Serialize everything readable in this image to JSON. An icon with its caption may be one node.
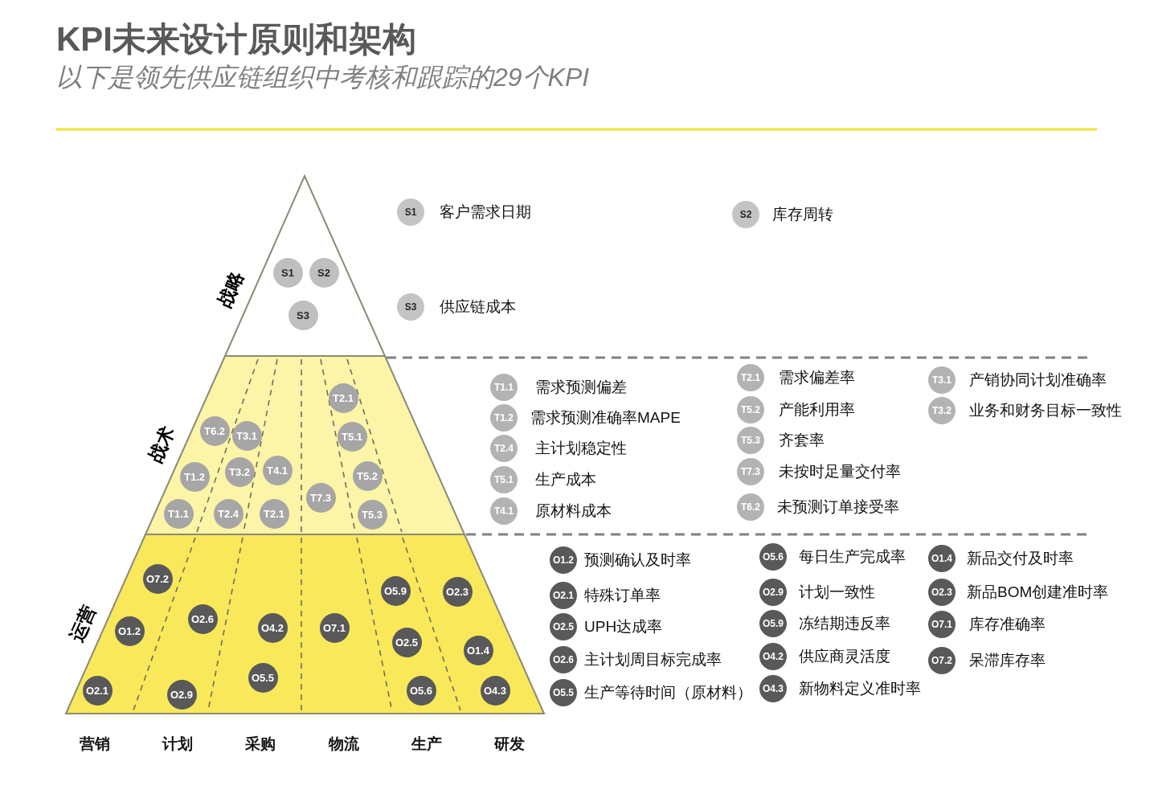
{
  "diagram": {
    "title": "KPI未来设计原则和架构",
    "nodes": [
      {
        "text": [
          "战略"
        ]
      },
      {
        "text": [
          "S1"
        ],
        "in": 0
      },
      {
        "text": [
          "S2"
        ],
        "in": 0
      },
      {
        "text": [
          "S3"
        ],
        "in": 0
      },
      {
        "text": [
          "战术"
        ]
      },
      {
        "text": [
          "T2.1"
        ],
        "in": 4
      },
      {
        "text": [
          "T6.2"
        ],
        "in": 4
      },
      {
        "text": [
          "T3.1"
        ],
        "in": 4
      },
      {
        "text": [
          "T5.1"
        ],
        "in": 4
      },
      {
        "text": [
          "T1.2"
        ],
        "in": 4
      },
      {
        "text": [
          "T3.2"
        ],
        "in": 4
      },
      {
        "text": [
          "T4.1"
        ],
        "in": 4
      },
      {
        "text": [
          "T5.2"
        ],
        "in": 4
      },
      {
        "text": [
          "T7.3"
        ],
        "in": 4
      },
      {
        "text": [
          "T1.1"
        ],
        "in": 4
      },
      {
        "text": [
          "T2.4"
        ],
        "in": 4
      },
      {
        "text": [
          "T2.1"
        ],
        "in": 4
      },
      {
        "text": [
          "T5.3"
        ],
        "in": 4
      },
      {
        "text": [
          "运营"
        ]
      },
      {
        "text": [
          "O7.2"
        ],
        "in": 18
      },
      {
        "text": [
          "O5.9"
        ],
        "in": 18
      },
      {
        "text": [
          "O2.3"
        ],
        "in": 18
      },
      {
        "text": [
          "O1.2"
        ],
        "in": 18
      },
      {
        "text": [
          "O2.6"
        ],
        "in": 18
      },
      {
        "text": [
          "O4.2"
        ],
        "in": 18
      },
      {
        "text": [
          "O7.1"
        ],
        "in": 18
      },
      {
        "text": [
          "O2.5"
        ],
        "in": 18
      },
      {
        "text": [
          "O1.4"
        ],
        "in": 18
      },
      {
        "text": [
          "O5.5"
        ],
        "in": 18
      },
      {
        "text": [
          "O2.1"
        ],
        "in": 18
      },
      {
        "text": [
          "O2.9"
        ],
        "in": 18
      },
      {
        "text": [
          "O5.6"
        ],
        "in": 18
      },
      {
        "text": [
          "O4.3"
        ],
        "in": 18
      },
      {
        "text": [
          "S1"
        ],
        "beside": [
          "客户需求日期"
        ]
      },
      {
        "text": [
          "S2"
        ],
        "beside": [
          "库存周转"
        ]
      },
      {
        "text": [
          "S3"
        ],
        "beside": [
          "供应链成本"
        ]
      },
      {
        "text": [
          "T1.1"
        ],
        "beside": [
          "需求预测偏差"
        ]
      },
      {
        "text": [
          "T1.2"
        ],
        "beside": [
          "需求预测准确率MAPE"
        ]
      },
      {
        "text": [
          "T2.4"
        ],
        "beside": [
          "主计划稳定性"
        ]
      },
      {
        "text": [
          "T5.1"
        ],
        "beside": [
          "生产成本"
        ]
      },
      {
        "text": [
          "T4.1"
        ],
        "beside": [
          "原材料成本"
        ]
      },
      {
        "text": [
          "T2.1"
        ],
        "beside": [
          "需求偏差率"
        ]
      },
      {
        "text": [
          "T5.2"
        ],
        "beside": [
          "产能利用率"
        ]
      },
      {
        "text": [
          "T5.3"
        ],
        "beside": [
          "齐套率"
        ]
      },
      {
        "text": [
          "T7.3"
        ],
        "beside": [
          "未按时足量交付率"
        ]
      },
      {
        "text": [
          "T6.2"
        ],
        "beside": [
          "未预测订单接受率"
        ]
      },
      {
        "text": [
          "T3.1"
        ],
        "beside": [
          "产销协同计划准确率"
        ]
      },
      {
        "text": [
          "T3.2"
        ],
        "beside": [
          "业务和财务目标一致性"
        ]
      },
      {
        "text": [
          "O1.2"
        ],
        "beside": [
          "预测确认及时率"
        ]
      },
      {
        "text": [
          "O2.1"
        ],
        "beside": [
          "特殊订单率"
        ]
      },
      {
        "text": [
          "O2.5"
        ],
        "beside": [
          "UPH达成率"
        ]
      },
      {
        "text": [
          "O2.6"
        ],
        "beside": [
          "主计划周目标完成率"
        ]
      },
      {
        "text": [
          "O5.5"
        ],
        "beside": [
          "生产等待时间（原材料）"
        ]
      },
      {
        "text": [
          "O5.6"
        ],
        "beside": [
          "每日生产完成率"
        ]
      },
      {
        "text": [
          "O2.9"
        ],
        "beside": [
          "计划一致性"
        ]
      },
      {
        "text": [
          "O5.9"
        ],
        "beside": [
          "冻结期违反率"
        ]
      },
      {
        "text": [
          "O4.2"
        ],
        "beside": [
          "供应商灵活度"
        ]
      },
      {
        "text": [
          "O4.3"
        ],
        "beside": [
          "新物料定义准时率"
        ]
      },
      {
        "text": [
          "O1.4"
        ],
        "beside": [
          "新品交付及时率"
        ]
      },
      {
        "text": [
          "O2.3"
        ],
        "beside": [
          "新品BOM创建准时率"
        ]
      },
      {
        "text": [
          "O7.1"
        ],
        "beside": [
          "库存准确率"
        ]
      },
      {
        "text": [
          "O7.2"
        ],
        "beside": [
          "呆滞库存率"
        ]
      }
    ],
    "labels": [
      "以下是领先供应链组织中考核和跟踪的29个KPI",
      "营销",
      "计划",
      "采购",
      "物流",
      "生产",
      "研发"
    ]
  }
}
